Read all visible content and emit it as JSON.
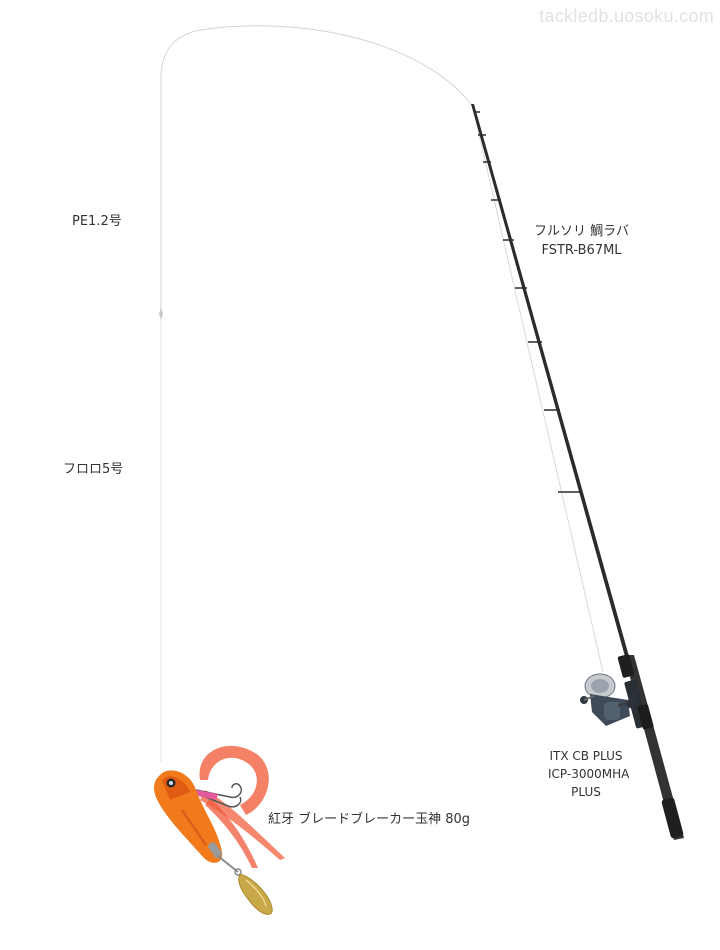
{
  "watermark": "tackledb.uosoku.com",
  "main_line": {
    "label": "PE1.2号",
    "color": "#d4d4d4"
  },
  "leader": {
    "label": "フロロ5号",
    "color": "#e6e6e6"
  },
  "rod": {
    "name": "フルソリ 鯛ラバ",
    "model": "FSTR-B67ML",
    "color": "#2b2b2b"
  },
  "reel": {
    "line1": "ITX CB PLUS",
    "line2": "ICP-3000MHA",
    "line3": "PLUS",
    "color": "#4b5968"
  },
  "lure": {
    "label": "紅牙 ブレードブレーカー玉神 80g",
    "body_color": "#f07a1c",
    "skirt_color": "#f26a4a",
    "blade_color": "#c9a84a"
  }
}
